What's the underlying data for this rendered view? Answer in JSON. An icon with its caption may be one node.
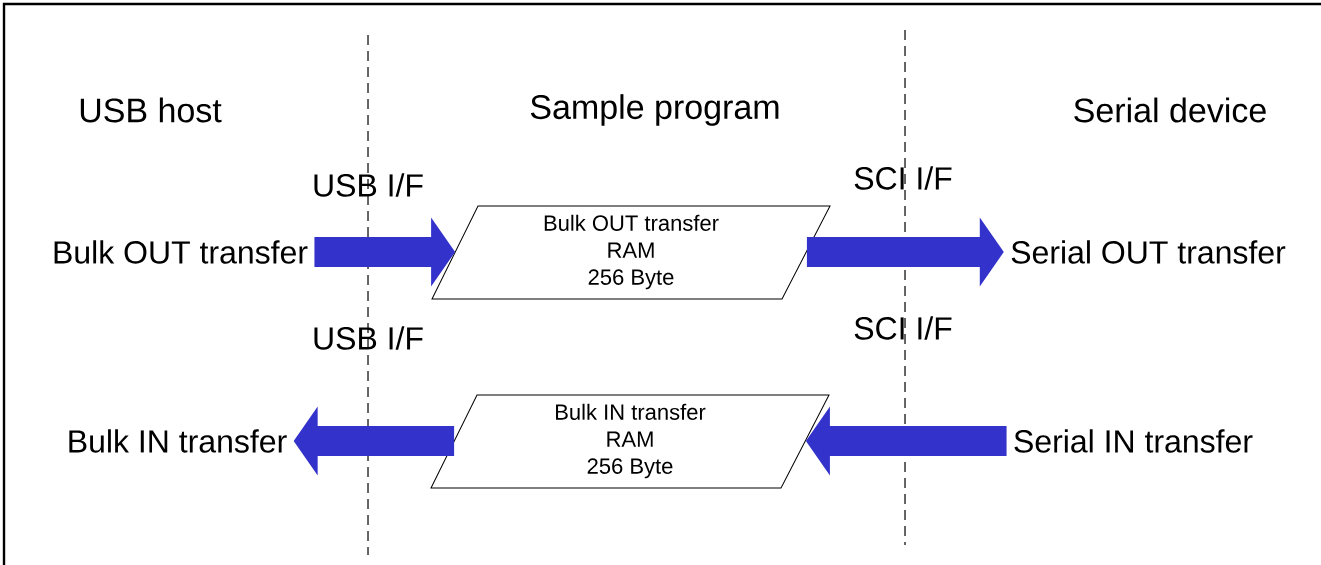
{
  "diagram": {
    "nodes": [
      {
        "text": [
          "Bulk OUT transfer"
        ]
      },
      {
        "text": [
          "Bulk OUT transfer",
          "RAM",
          "256 Byte"
        ]
      },
      {
        "text": [
          "Serial OUT transfer"
        ]
      },
      {
        "text": [
          "Bulk IN transfer"
        ]
      },
      {
        "text": [
          "Bulk IN transfer",
          "RAM",
          "256 Byte"
        ]
      },
      {
        "text": [
          "Serial IN transfer"
        ]
      }
    ],
    "edges": [
      {
        "from": 0,
        "to": 1,
        "arrow": "to"
      },
      {
        "from": 1,
        "to": 2,
        "arrow": "to"
      },
      {
        "from": 4,
        "to": 3,
        "arrow": "to"
      },
      {
        "from": 5,
        "to": 4,
        "arrow": "to"
      }
    ],
    "labels": [
      "USB host",
      "Sample program",
      "Serial device",
      "USB I/F",
      "SCI I/F",
      "USB I/F",
      "SCI I/F"
    ]
  }
}
